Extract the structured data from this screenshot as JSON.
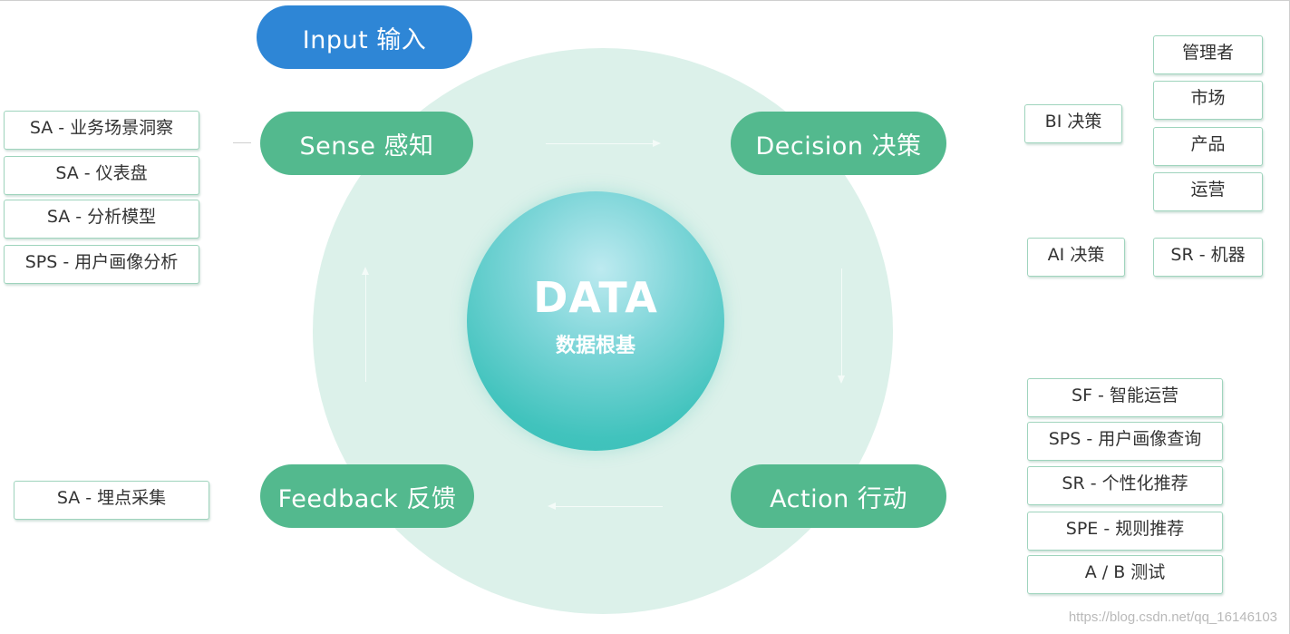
{
  "core": {
    "title": "DATA",
    "subtitle": "数据根基"
  },
  "stages": {
    "input": "Input 输入",
    "sense": "Sense 感知",
    "decision": "Decision 决策",
    "action": "Action 行动",
    "feedback": "Feedback 反馈"
  },
  "sense_tags": [
    "SA - 业务场景洞察",
    "SA - 仪表盘",
    "SA - 分析模型",
    "SPS - 用户画像分析"
  ],
  "feedback_tags": [
    "SA - 埋点采集"
  ],
  "decision_tags": {
    "bi": "BI 决策",
    "bi_roles": [
      "管理者",
      "市场",
      "产品",
      "运营"
    ],
    "ai": "AI 决策",
    "ai_roles": [
      "SR - 机器"
    ]
  },
  "action_tags": [
    "SF - 智能运营",
    "SPS - 用户画像查询",
    "SR - 个性化推荐",
    "SPE - 规则推荐",
    "A / B 测试"
  ],
  "watermark": "https://blog.csdn.net/qq_16146103",
  "colors": {
    "stage": "#53b98e",
    "input": "#2e86d6",
    "ring": "#dcf1ea",
    "core": "#41c3bd"
  }
}
